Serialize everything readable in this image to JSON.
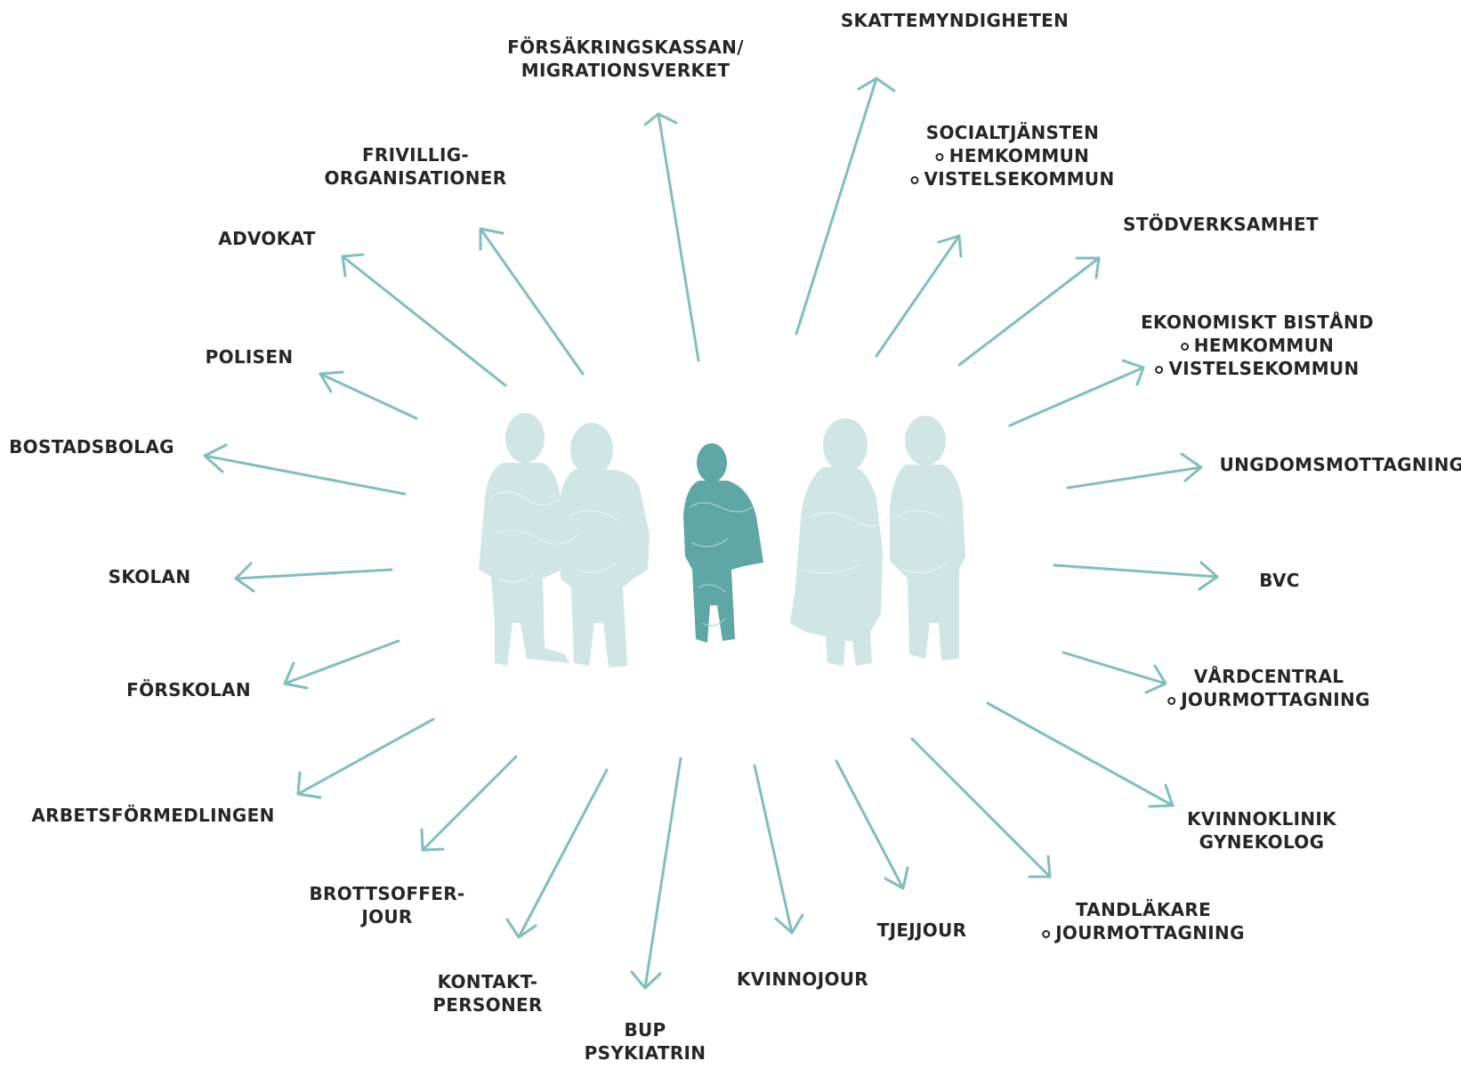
{
  "labels": {
    "skattemyndigheten": [
      "SKATTEMYNDIGHETEN"
    ],
    "forsakringskassan": [
      "FÖRSÄKRINGSKASSAN/",
      "MIGRATIONSVERKET"
    ],
    "socialtjansten": [
      "SOCIALTJÄNSTEN",
      "HEMKOMMUN",
      "VISTELSEKOMMUN"
    ],
    "frivillig": [
      "FRIVILLIG-",
      "ORGANISATIONER"
    ],
    "advokat": [
      "ADVOKAT"
    ],
    "stodverksamhet": [
      "STÖDVERKSAMHET"
    ],
    "ekonomiskt": [
      "EKONOMISKT BISTÅND",
      "HEMKOMMUN",
      "VISTELSEKOMMUN"
    ],
    "polisen": [
      "POLISEN"
    ],
    "bostadsbolag": [
      "BOSTADSBOLAG"
    ],
    "ungdomsmottagning": [
      "UNGDOMSMOTTAGNING"
    ],
    "skolan": [
      "SKOLAN"
    ],
    "bvc": [
      "BVC"
    ],
    "forskolan": [
      "FÖRSKOLAN"
    ],
    "vardcentral": [
      "VÅRDCENTRAL",
      "JOURMOTTAGNING"
    ],
    "arbetsformedlingen": [
      "ARBETSFÖRMEDLINGEN"
    ],
    "kvinnoklinik": [
      "KVINNOKLINIK",
      "GYNEKOLOG"
    ],
    "brottsoffer": [
      "BROTTSOFFER-",
      "JOUR"
    ],
    "tandlakare": [
      "TANDLÄKARE",
      "JOURMOTTAGNING"
    ],
    "tjejjour": [
      "TJEJJOUR"
    ],
    "kontakt": [
      "KONTAKT-",
      "PERSONER"
    ],
    "kvinnojour": [
      "KVINNOJOUR"
    ],
    "bup": [
      "BUP",
      "PSYKIATRIN"
    ]
  },
  "colors": {
    "arrow": "#7fbfbe",
    "figure_light": "#cfe6e5",
    "figure_center": "#5fa7a6",
    "text": "#262626"
  }
}
